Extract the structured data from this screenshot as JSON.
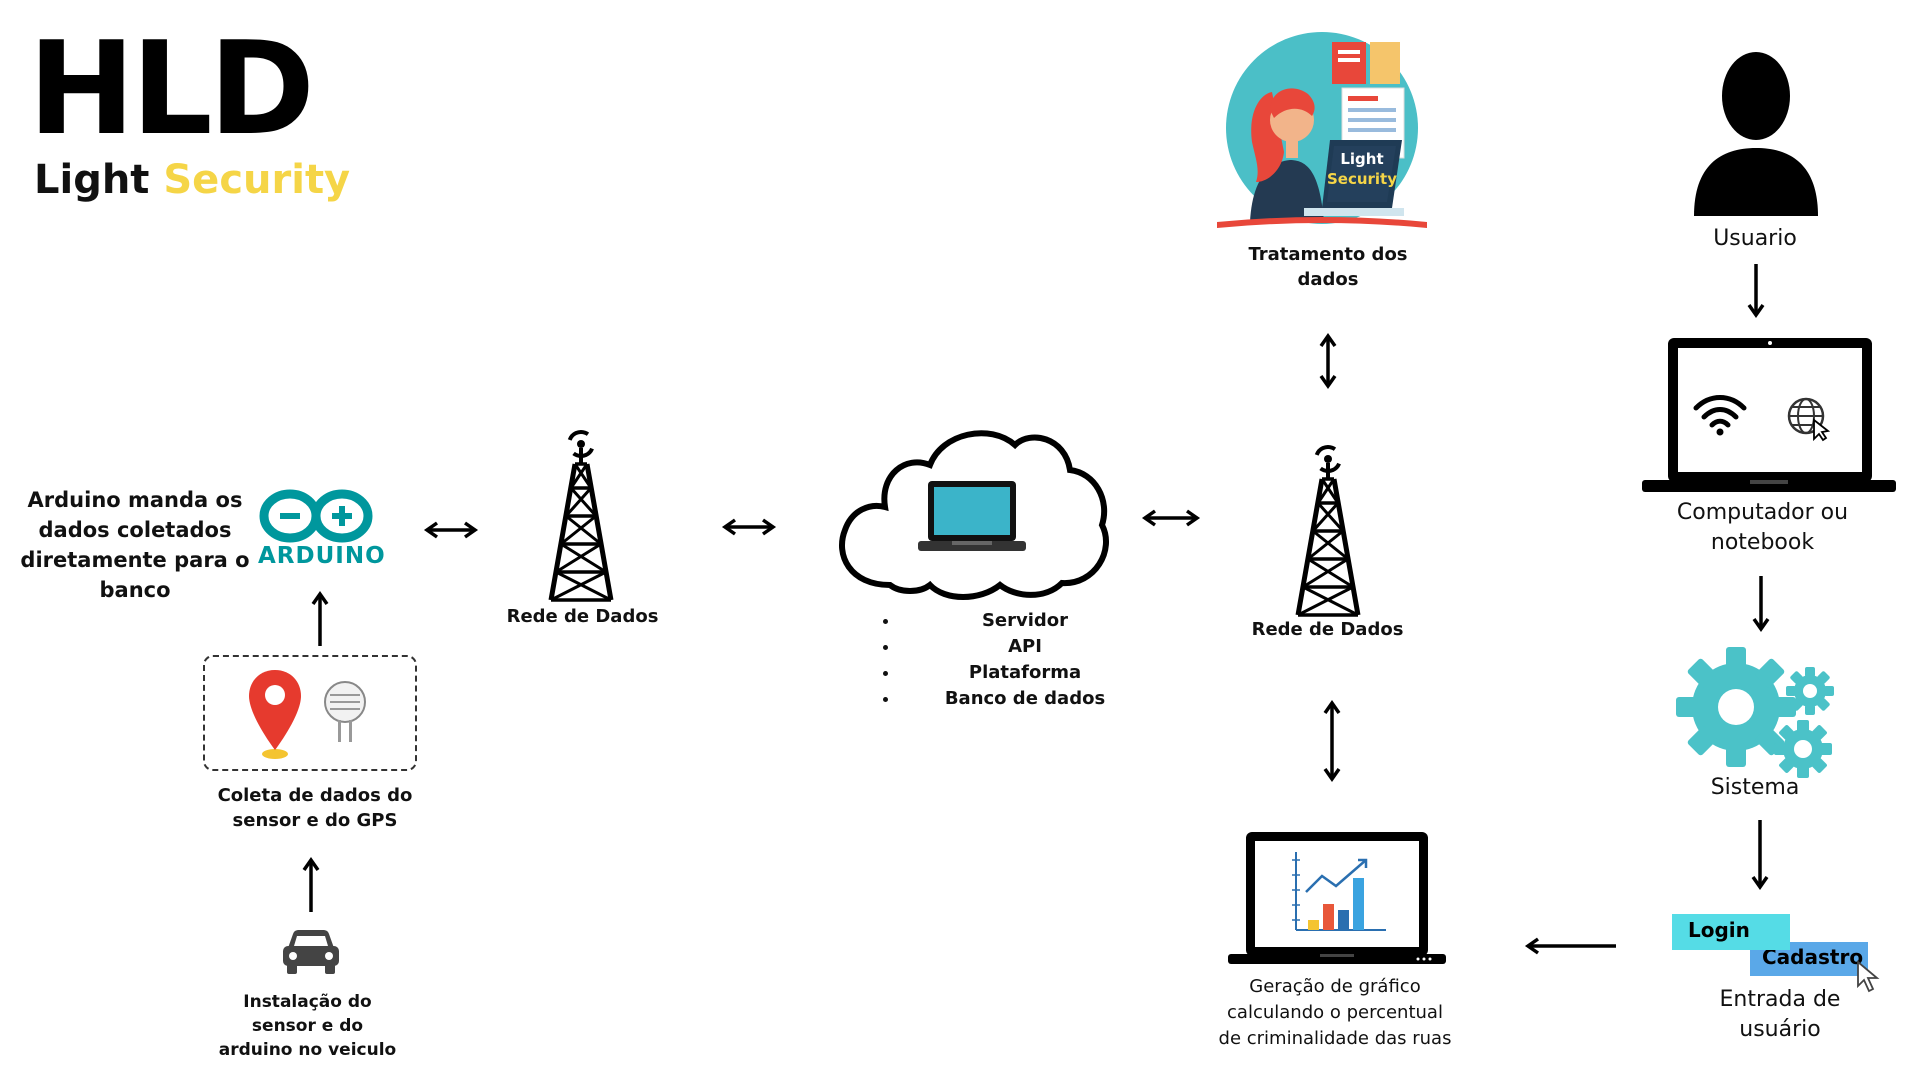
{
  "header": {
    "title": "HLD",
    "subtitle_part1": "Light",
    "subtitle_part2": "Security"
  },
  "colors": {
    "accent_yellow": "#f5d547",
    "teal": "#4bc2c8",
    "arduino_teal": "#00979d",
    "gps_red": "#e63a2e",
    "login_cyan": "#55dce6",
    "cadastro_blue": "#5aa8e8"
  },
  "nodes": {
    "arduino_desc": "Arduino manda os dados coletados diretamente para o banco",
    "arduino_logo": "ARDUINO",
    "coleta": "Coleta de dados do sensor e do GPS",
    "instalacao": "Instalação do sensor e do arduino no veiculo",
    "rede1": "Rede de Dados",
    "rede2": "Rede de Dados",
    "server_items": [
      "Servidor",
      "API",
      "Plataforma",
      "Banco de dados"
    ],
    "tratamento": "Tratamento dos dados",
    "tratamento_screen_1": "Light",
    "tratamento_screen_2": "Security",
    "usuario": "Usuario",
    "computador": "Computador ou notebook",
    "sistema": "Sistema",
    "login": "Login",
    "cadastro": "Cadastro",
    "entrada": "Entrada de usuário",
    "grafico": "Geração de gráfico calculando o percentual de criminalidade das ruas"
  },
  "icons": [
    "arduino-logo",
    "gps-pin-icon",
    "sensor-icon",
    "car-icon",
    "tower-icon",
    "cloud-laptop-icon",
    "woman-laptop-illustration",
    "user-silhouette-icon",
    "laptop-icon",
    "wifi-icon",
    "globe-cursor-icon",
    "gears-icon",
    "chart-laptop-icon",
    "cursor-icon"
  ]
}
